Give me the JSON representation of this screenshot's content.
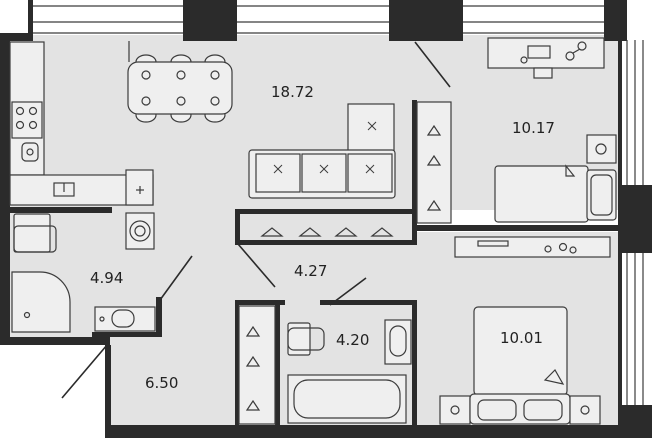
{
  "floor_plan": {
    "colors": {
      "floor": "#e3e3e3",
      "wall": "#2b2b2b",
      "outline": "#3c3c3c",
      "furniture": "#efefef",
      "background": "#ffffff"
    },
    "rooms": [
      {
        "id": "living-kitchen",
        "area": "18.72"
      },
      {
        "id": "bedroom-upper",
        "area": "10.17"
      },
      {
        "id": "bathroom-left",
        "area": "4.94"
      },
      {
        "id": "corridor",
        "area": "4.27"
      },
      {
        "id": "bathroom-middle",
        "area": "4.20"
      },
      {
        "id": "bedroom-lower",
        "area": "10.01"
      },
      {
        "id": "hall",
        "area": "6.50"
      }
    ]
  }
}
